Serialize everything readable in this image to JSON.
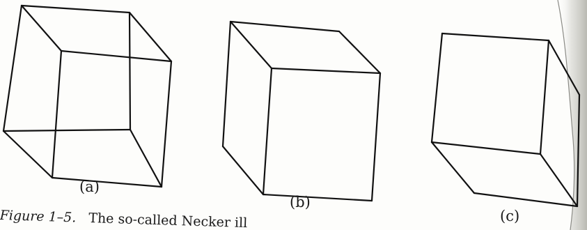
{
  "figure": {
    "labels": {
      "a": "(a)",
      "b": "(b)",
      "c": "(c)"
    },
    "caption": {
      "number": "Figure 1–5.",
      "text": "The so-called Necker ill"
    }
  }
}
